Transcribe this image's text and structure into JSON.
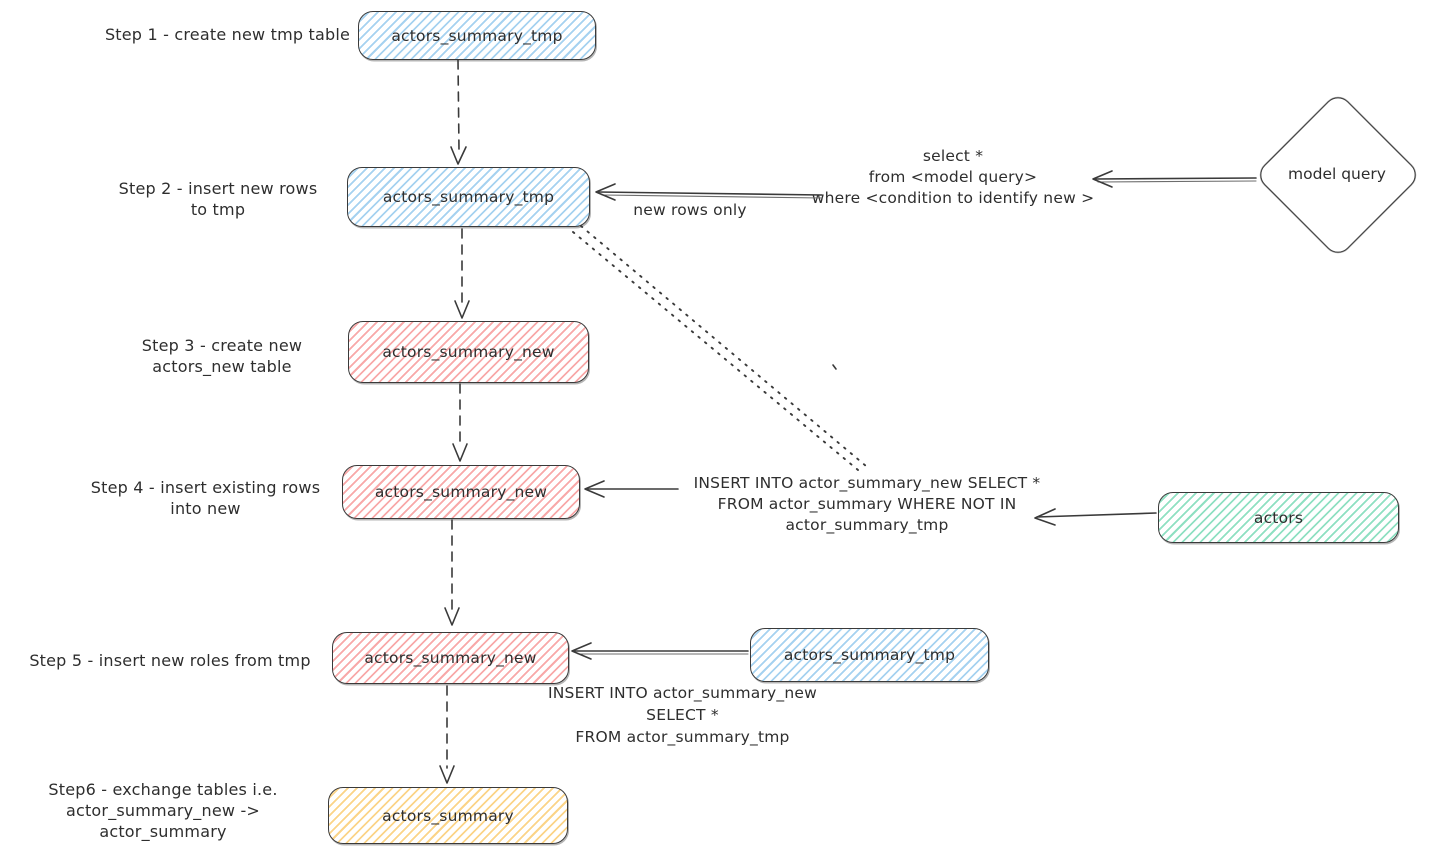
{
  "colors": {
    "blue": "#a6d2f0",
    "red": "#f8a9a9",
    "teal": "#8fe0c2",
    "yellow": "#fbd488",
    "stroke": "#3a3a3a"
  },
  "steps": [
    {
      "label_lines": [
        "Step 1 - create new tmp table",
        ""
      ],
      "node": "actors_summary_tmp",
      "fill": "blue"
    },
    {
      "label_lines": [
        "Step 2 - insert new rows",
        "to tmp"
      ],
      "node": "actors_summary_tmp",
      "fill": "blue"
    },
    {
      "label_lines": [
        "Step 3 - create new",
        "actors_new table"
      ],
      "node": "actors_summary_new",
      "fill": "red"
    },
    {
      "label_lines": [
        "Step 4 - insert existing rows",
        "into new"
      ],
      "node": "actors_summary_new",
      "fill": "red"
    },
    {
      "label_lines": [
        "Step 5 - insert new roles from tmp",
        ""
      ],
      "node": "actors_summary_new",
      "fill": "red"
    },
    {
      "label_lines": [
        "Step6 - exchange tables i.e.",
        "actor_summary_new -> actor_summary"
      ],
      "node": "actors_summary",
      "fill": "yellow"
    }
  ],
  "side_nodes": {
    "model_query": "model query",
    "actors": "actors",
    "tmp_source": "actors_summary_tmp"
  },
  "annotations": {
    "select_query": [
      "select *",
      "from <model query>",
      "where <condition to identify new >"
    ],
    "new_rows_only": "new rows only",
    "insert_existing": [
      "INSERT INTO actor_summary_new SELECT *",
      "FROM actor_summary WHERE NOT IN",
      "actor_summary_tmp"
    ],
    "insert_new": [
      "INSERT INTO actor_summary_new",
      "SELECT *",
      "FROM actor_summary_tmp"
    ]
  }
}
